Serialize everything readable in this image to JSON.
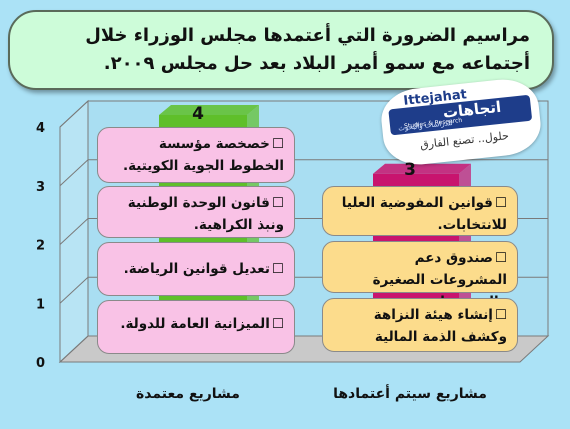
{
  "title": "مراسيم الضرورة التي أعتمدها مجلس الوزراء خلال أجتماعه مع سمو أمير البلاد بعد حل مجلس ٢٠٠٩.",
  "logo": {
    "name_en": "Ittejahat",
    "sub_en": "Studies & Research",
    "name_ar": "اتجاهات",
    "sub_ar": "للدراسات والبحوث",
    "slogan": "حلول.. تصنع الفارق"
  },
  "chart_data": {
    "type": "bar",
    "categories": [
      "مشاريع معتمدة",
      "مشاريع سيتم أعتمادها"
    ],
    "values": [
      4,
      3
    ],
    "ylim": [
      0,
      4
    ],
    "yticks": [
      "0",
      "1",
      "2",
      "3",
      "4"
    ],
    "value_labels": [
      "4",
      "3"
    ],
    "colors": {
      "bar1": "#5fbf2a",
      "bar2": "#c8146e",
      "grid": "#7a7a7a",
      "wall": "#a9def2"
    }
  },
  "cards": {
    "left": [
      "خصخصة مؤسسة الخطوط الجوية الكويتية.",
      "قانون الوحدة الوطنية ونبذ الكراهية.",
      "تعديل قوانين الرياضة.",
      "الميزانية العامة للدولة."
    ],
    "right": [
      "قوانين المفوضية العليا للانتخابات.",
      "صندوق دعم المشروعات الصغيرة والمتوسطة.",
      "إنشاء هيئة النزاهة وكشف الذمة المالية"
    ],
    "checkbox": "☐"
  }
}
